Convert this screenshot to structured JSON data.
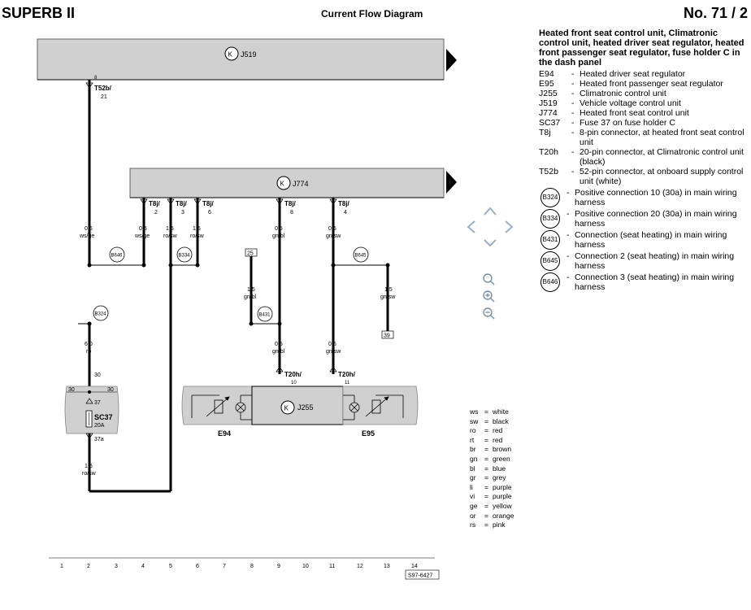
{
  "header": {
    "model": "SUPERB II",
    "title": "Current Flow Diagram",
    "number": "No.  71 / 2"
  },
  "legend": {
    "title": "Heated front seat control unit, Climatronic control unit, heated driver seat regulator, heated front passenger seat regulator, fuse holder C in the dash panel",
    "items": [
      {
        "code": "E94",
        "desc": "Heated driver seat regulator"
      },
      {
        "code": "E95",
        "desc": "Heated front passenger seat regulator"
      },
      {
        "code": "J255",
        "desc": "Climatronic control unit"
      },
      {
        "code": "J519",
        "desc": "Vehicle voltage control unit"
      },
      {
        "code": "J774",
        "desc": "Heated front seat control unit"
      },
      {
        "code": "SC37",
        "desc": "Fuse 37 on fuse holder C"
      },
      {
        "code": "T8j",
        "desc": "8-pin connector, at heated front seat control unit"
      },
      {
        "code": "T20h",
        "desc": "20-pin connector, at Climatronic control unit (black)"
      },
      {
        "code": "T52b",
        "desc": "52-pin connector, at onboard supply control unit (white)"
      }
    ],
    "connections": [
      {
        "code": "B324",
        "desc": "Positive connection 10 (30a) in main wiring harness"
      },
      {
        "code": "B334",
        "desc": "Positive connection 20 (30a) in main wiring harness"
      },
      {
        "code": "B431",
        "desc": "Connection (seat heating) in main wiring harness"
      },
      {
        "code": "B645",
        "desc": "Connection 2 (seat heating) in main wiring harness"
      },
      {
        "code": "B646",
        "desc": "Connection 3 (seat heating) in main wiring harness"
      }
    ]
  },
  "colors": [
    {
      "abbr": "ws",
      "name": "white"
    },
    {
      "abbr": "sw",
      "name": "black"
    },
    {
      "abbr": "ro",
      "name": "red"
    },
    {
      "abbr": "rt",
      "name": "red"
    },
    {
      "abbr": "br",
      "name": "brown"
    },
    {
      "abbr": "gn",
      "name": "green"
    },
    {
      "abbr": "bl",
      "name": "blue"
    },
    {
      "abbr": "gr",
      "name": "grey"
    },
    {
      "abbr": "li",
      "name": "purple"
    },
    {
      "abbr": "vi",
      "name": "purple"
    },
    {
      "abbr": "ge",
      "name": "yellow"
    },
    {
      "abbr": "or",
      "name": "orange"
    },
    {
      "abbr": "rs",
      "name": "pink"
    }
  ],
  "diagram": {
    "j519": "J519",
    "j774": "J774",
    "j255": "J255",
    "e94": "E94",
    "e95": "E95",
    "sc37": "SC37",
    "sc37_rating": "20A",
    "t52b_pin": "8",
    "t52b_label": "T52b/",
    "t52b_num": "21",
    "t8j_label": "T8j/",
    "t8j_pins": [
      "2",
      "3",
      "6",
      "8",
      "4"
    ],
    "t20h_labels": [
      "T20h/",
      "T20h/"
    ],
    "t20h_pins": [
      "10",
      "11"
    ],
    "wires": [
      {
        "size": "0,5",
        "color": "ws/ge"
      },
      {
        "size": "0,5",
        "color": "ws/ge"
      },
      {
        "size": "1,5",
        "color": "ro/sw"
      },
      {
        "size": "1,5",
        "color": "ro/sw"
      },
      {
        "size": "0,5",
        "color": "gn/bl"
      },
      {
        "size": "0,5",
        "color": "gn/sw"
      },
      {
        "size": "1,5",
        "color": "gn/bl"
      },
      {
        "size": "1,5",
        "color": "gn/sw"
      },
      {
        "size": "0,5",
        "color": "gn/bl"
      },
      {
        "size": "0,5",
        "color": "gn/sw"
      },
      {
        "size": "6,0",
        "color": "ro"
      },
      {
        "size": "1,5",
        "color": "ro/sw"
      }
    ],
    "terminal_30": "30",
    "terminal_37": "37",
    "terminal_37a": "37a",
    "ground_refs": [
      "25",
      "39"
    ],
    "circle_refs": [
      "B646",
      "B334",
      "B645",
      "B431",
      "B324"
    ],
    "scale": [
      "1",
      "2",
      "3",
      "4",
      "5",
      "6",
      "7",
      "8",
      "9",
      "10",
      "11",
      "12",
      "13",
      "14"
    ],
    "doc_id": "S97-6427"
  },
  "nav": {
    "up": "up-arrow",
    "down": "down-arrow",
    "left": "left-arrow",
    "right": "right-arrow",
    "zoom": "magnifier-icon",
    "zoom_in": "zoom-in-icon",
    "zoom_out": "zoom-out-icon"
  }
}
